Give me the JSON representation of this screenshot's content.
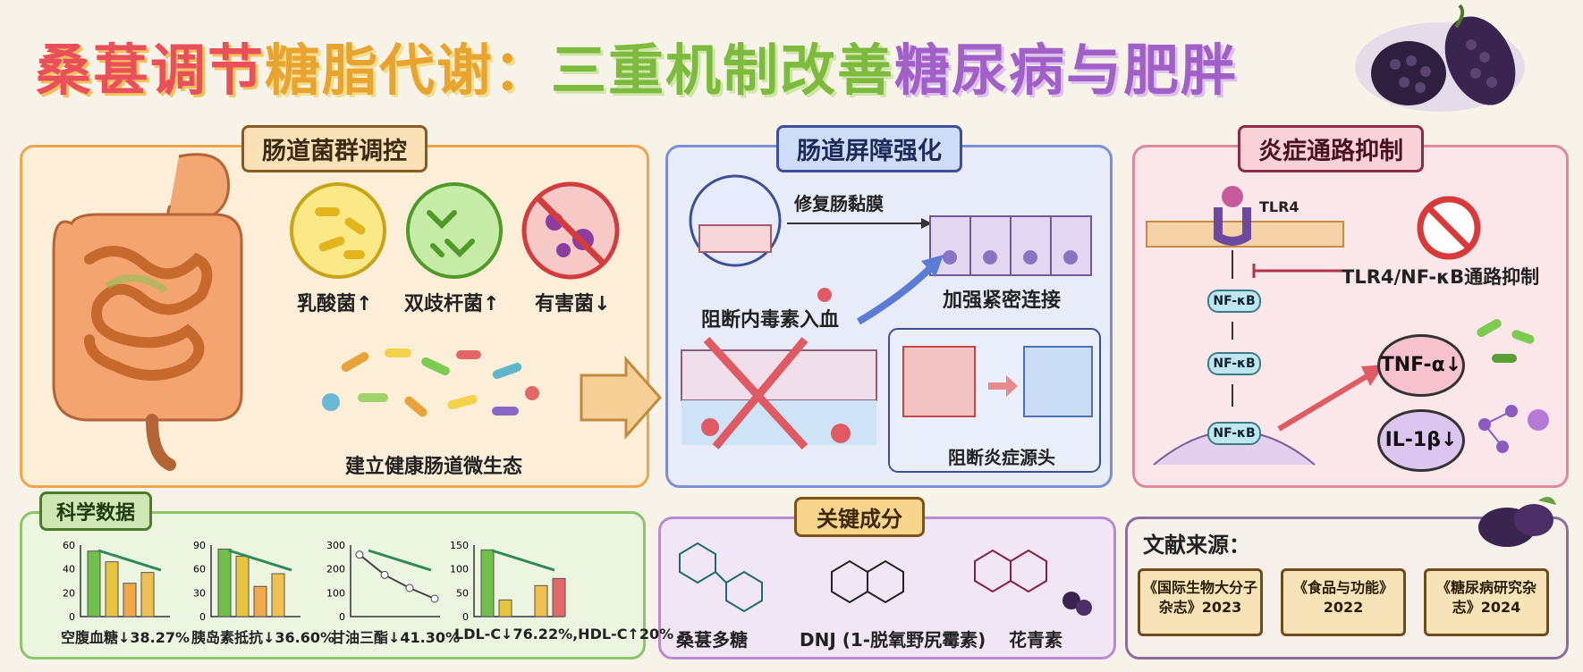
{
  "title": {
    "part1": "桑葚调节",
    "part2": "糖脂代谢：",
    "part3": "三重机制改善",
    "part4": "糖尿病与肥胖"
  },
  "gut_panel": {
    "heading": "肠道菌群调控",
    "bacteria": [
      {
        "label": "乳酸菌↑",
        "color": "#f5d54a"
      },
      {
        "label": "双歧杆菌↑",
        "color": "#7ccc50"
      },
      {
        "label": "有害菌↓",
        "color": "#e05b5b"
      }
    ],
    "caption": "建立健康肠道微生态"
  },
  "barrier_panel": {
    "heading": "肠道屏障强化",
    "repair_label": "修复肠黏膜",
    "tight_label": "加强紧密连接",
    "block_label": "阻断内毒素入血",
    "inflam_label": "阻断炎症源头"
  },
  "inflammation_panel": {
    "heading": "炎症通路抑制",
    "receptor": "TLR4",
    "pathway_label": "TLR4/NF-κB通路抑制",
    "nfkb": [
      "NF-κB",
      "NF-κB",
      "NF-κB"
    ],
    "tnf": "TNF-α↓",
    "il1b": "IL-1β↓"
  },
  "science_panel": {
    "heading": "科学数据",
    "charts": [
      {
        "caption": "空腹血糖↓38.27%",
        "ticks": [
          "60",
          "40",
          "20",
          "0"
        ],
        "values": [
          55,
          46,
          28,
          37
        ],
        "ymax": 60
      },
      {
        "caption": "胰岛素抵抗↓36.60%",
        "ticks": [
          "90",
          "60",
          "30",
          "0"
        ],
        "values": [
          85,
          76,
          38,
          54
        ],
        "ymax": 90
      },
      {
        "caption": "甘油三酯↓41.30%",
        "ticks": [
          "300",
          "200",
          "100",
          "0"
        ],
        "values": [
          260,
          175,
          120,
          75
        ],
        "ymax": 300
      },
      {
        "caption": "LDL-C↓76.22%,HDL-C↑20%",
        "ticks": [
          "150",
          "100",
          "50",
          "0"
        ],
        "values": [
          140,
          35,
          0,
          65,
          80
        ],
        "ymax": 150
      }
    ]
  },
  "key_panel": {
    "heading": "关键成分",
    "items": [
      "桑葚多糖",
      "DNJ (1-脱氧野尻霉素)",
      "花青素"
    ]
  },
  "ref_panel": {
    "heading": "文献来源：",
    "books": [
      {
        "line1": "《国际生物大分子",
        "line2": "杂志》2023"
      },
      {
        "line1": "《食品与功能》",
        "line2": "2022"
      },
      {
        "line1": "《糖尿病研究杂",
        "line2": "志》2024"
      }
    ]
  },
  "colors": {
    "gut": "#f0a548",
    "barrier": "#7c8ed8",
    "inflammation": "#e0889e",
    "science": "#8cc56a",
    "key": "#b88ad2"
  }
}
